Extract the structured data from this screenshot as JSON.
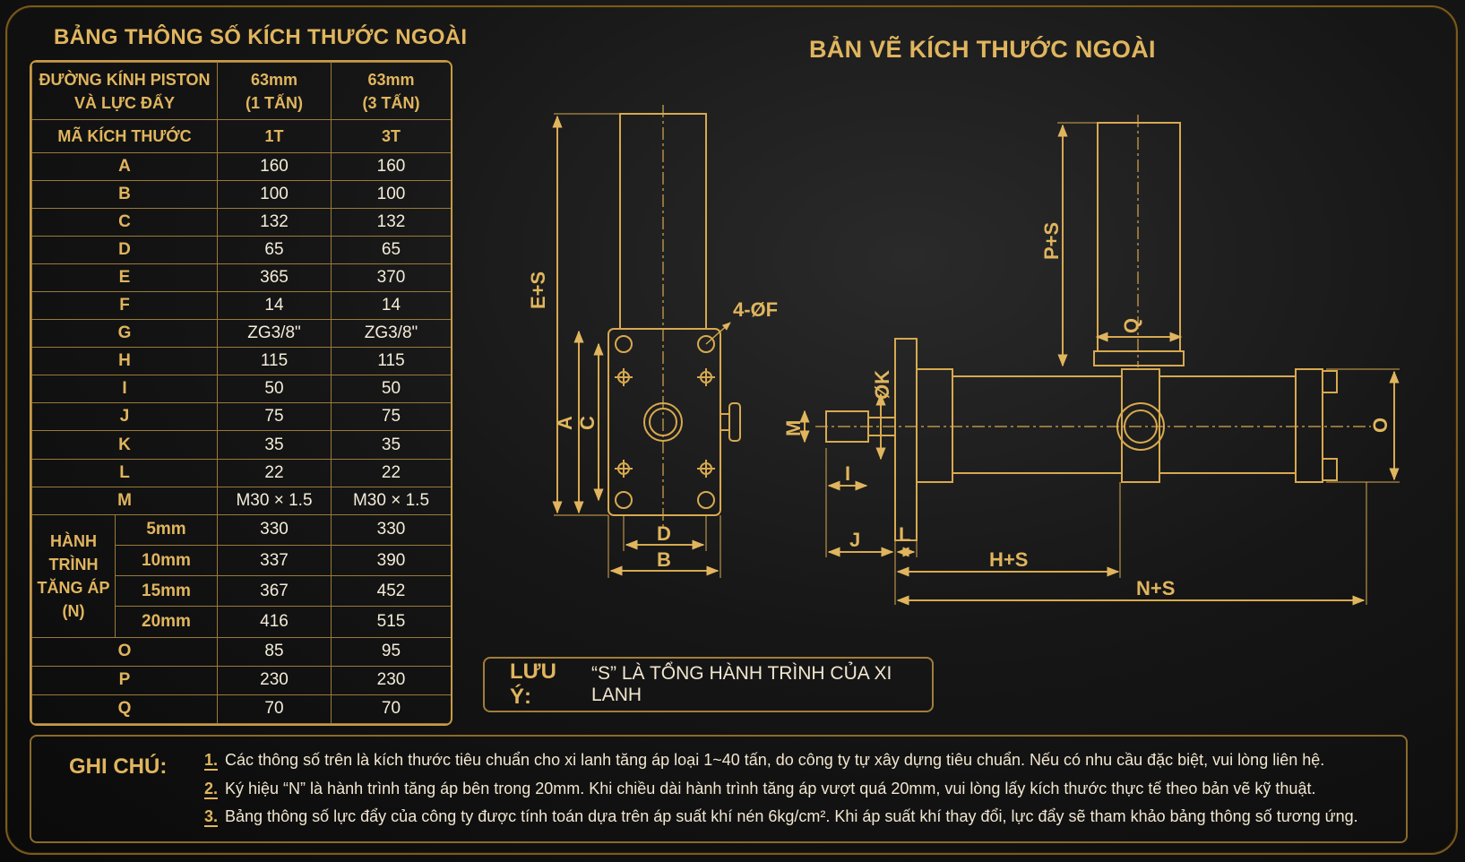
{
  "table_title": "BẢNG THÔNG SỐ KÍCH THƯỚC NGOÀI",
  "drawing_title": "BẢN VẼ KÍCH THƯỚC NGOÀI",
  "table": {
    "header": {
      "col0_line1": "ĐƯỜNG KÍNH PISTON",
      "col0_line2": "VÀ LỰC ĐẨY",
      "col1_line1": "63mm",
      "col1_line2": "(1 TẤN)",
      "col2_line1": "63mm",
      "col2_line2": "(3 TẤN)"
    },
    "code_row": {
      "label": "MÃ KÍCH THƯỚC",
      "c1": "1T",
      "c2": "3T"
    },
    "rows_top": [
      {
        "code": "A",
        "c1": "160",
        "c2": "160"
      },
      {
        "code": "B",
        "c1": "100",
        "c2": "100"
      },
      {
        "code": "C",
        "c1": "132",
        "c2": "132"
      },
      {
        "code": "D",
        "c1": "65",
        "c2": "65"
      },
      {
        "code": "E",
        "c1": "365",
        "c2": "370"
      },
      {
        "code": "F",
        "c1": "14",
        "c2": "14"
      },
      {
        "code": "G",
        "c1": "ZG3/8\"",
        "c2": "ZG3/8\""
      },
      {
        "code": "H",
        "c1": "115",
        "c2": "115"
      },
      {
        "code": "I",
        "c1": "50",
        "c2": "50"
      },
      {
        "code": "J",
        "c1": "75",
        "c2": "75"
      },
      {
        "code": "K",
        "c1": "35",
        "c2": "35"
      },
      {
        "code": "L",
        "c1": "22",
        "c2": "22"
      },
      {
        "code": "M",
        "c1": "M30 × 1.5",
        "c2": "M30 × 1.5"
      }
    ],
    "stroke_group": {
      "line1": "HÀNH",
      "line2": "TRÌNH",
      "line3": "TĂNG ÁP",
      "line4": "(N)",
      "rows": [
        {
          "sub": "5mm",
          "c1": "330",
          "c2": "330"
        },
        {
          "sub": "10mm",
          "c1": "337",
          "c2": "390"
        },
        {
          "sub": "15mm",
          "c1": "367",
          "c2": "452"
        },
        {
          "sub": "20mm",
          "c1": "416",
          "c2": "515"
        }
      ]
    },
    "rows_bottom": [
      {
        "code": "O",
        "c1": "85",
        "c2": "95"
      },
      {
        "code": "P",
        "c1": "230",
        "c2": "230"
      },
      {
        "code": "Q",
        "c1": "70",
        "c2": "70"
      }
    ]
  },
  "drawing_labels": {
    "es": "E+S",
    "f": "4-ØF",
    "a": "A",
    "c": "C",
    "d": "D",
    "b": "B",
    "ps": "P+S",
    "q": "Q",
    "k": "ØK",
    "m": "M",
    "i": "I",
    "j": "J",
    "l": "L",
    "hs": "H+S",
    "ns": "N+S",
    "o": "O"
  },
  "note": {
    "label": "LƯU Ý:",
    "text": "“S” LÀ TỔNG HÀNH TRÌNH CỦA XI LANH"
  },
  "remarks": {
    "label": "GHI CHÚ:",
    "items": [
      {
        "num": "1.",
        "text": "Các thông số trên là kích thước tiêu chuẩn cho xi lanh tăng áp loại 1~40 tấn, do công ty tự xây dựng tiêu chuẩn. Nếu có nhu cầu đặc biệt, vui lòng liên hệ."
      },
      {
        "num": "2.",
        "text": "Ký hiệu “N” là hành trình tăng áp bên trong 20mm. Khi chiều dài hành trình tăng áp vượt quá 20mm, vui lòng lấy kích thước thực tế theo bản vẽ kỹ thuật."
      },
      {
        "num": "3.",
        "text": "Bảng thông số lực đẩy của công ty được tính toán dựa trên áp suất khí nén 6kg/cm². Khi áp suất khí thay đổi, lực đẩy sẽ tham khảo bảng thông số tương ứng."
      }
    ]
  },
  "colors": {
    "gold": "#e0b55e",
    "line": "#c79b47",
    "background": "#141414",
    "text": "#f1e6cf"
  }
}
